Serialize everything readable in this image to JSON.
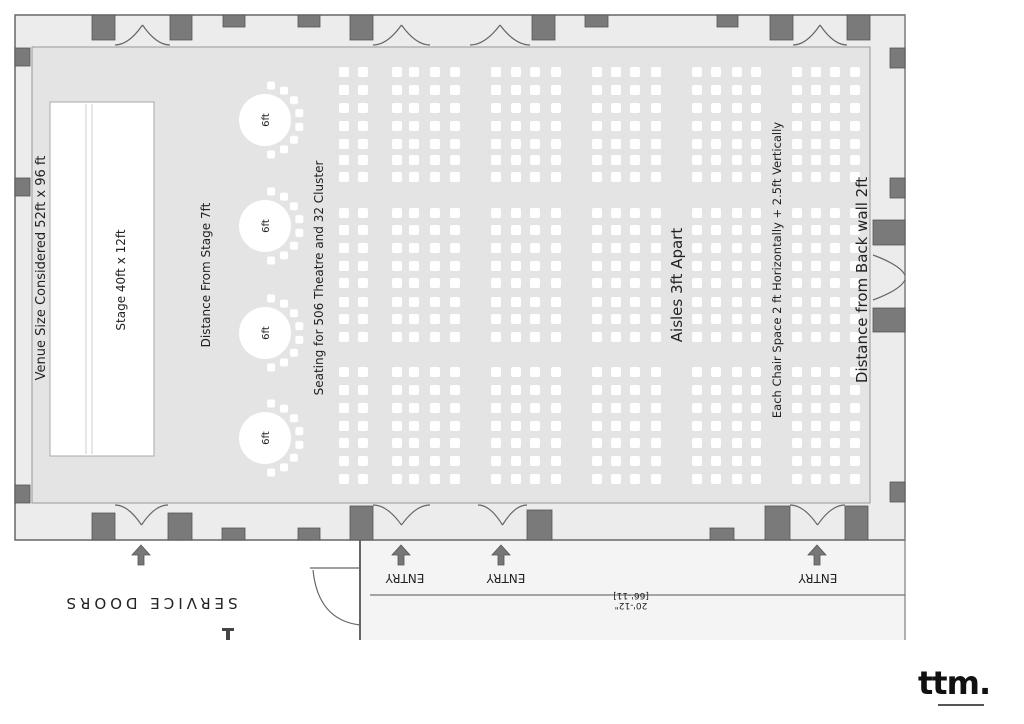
{
  "plan": {
    "venue_size": "Venue Size Considered 52ft x 96 ft",
    "stage": "Stage 40ft x 12ft",
    "distance_from_stage": "Distance From Stage 7ft",
    "seating": "Seating for 506 Theatre and 32 Cluster",
    "aisles": "Aisles 3ft Apart",
    "chair_space": "Each Chair Space  2 ft Horizontally + 2.5ft Vertically",
    "back_wall": "Distance from Back wall 2ft",
    "round_tables": [
      {
        "label": "6ft"
      },
      {
        "label": "6ft"
      },
      {
        "label": "6ft"
      },
      {
        "label": "6ft"
      }
    ],
    "service_doors": "SERVICE DOORS",
    "entries": [
      "ENTRY",
      "ENTRY",
      "ENTRY"
    ],
    "dimension": "20'-12\"",
    "dimension_alt": "[66'-11]"
  },
  "logo": "ttm.",
  "colors": {
    "floor": "#e4e4e4",
    "pillar": "#7a7a7a",
    "chair": "#ffffff",
    "wall_line": "#666666"
  }
}
